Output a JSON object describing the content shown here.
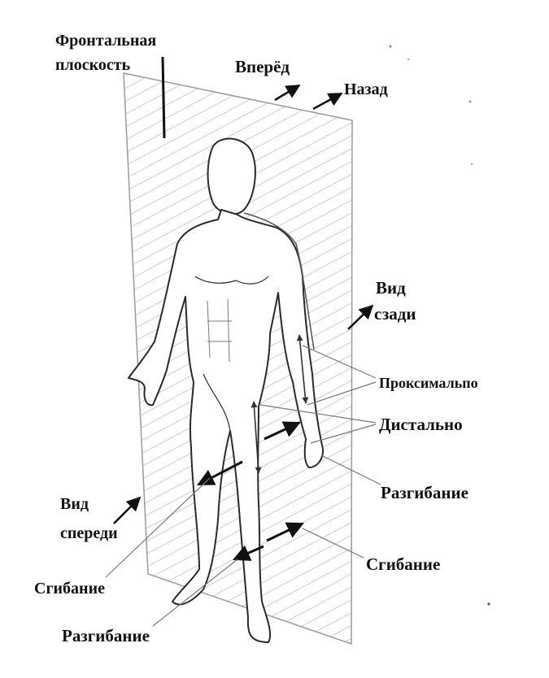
{
  "labels": {
    "frontal_plane": {
      "line1": "Фронтальная",
      "line2": "плоскость"
    },
    "forward": "Вперёд",
    "backward": "Назад",
    "rear_view": {
      "line1": "Вид",
      "line2": "сзади"
    },
    "proximal": "Проксимальпо",
    "distal": "Дистально",
    "extension_right": "Разгибание",
    "front_view": {
      "line1": "Вид",
      "line2": "спереди"
    },
    "flexion_left": "Сгибание",
    "flexion_right": "Сгибание",
    "extension_bottom": "Разгибание"
  },
  "colors": {
    "ink": "#111111",
    "hatch": "#9a9a9a",
    "figure": "#2a2a2a"
  }
}
